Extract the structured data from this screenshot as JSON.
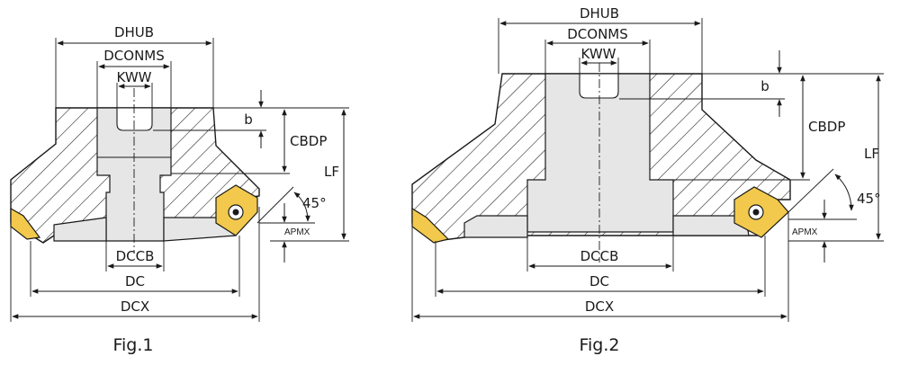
{
  "colors": {
    "stroke": "#1a1a1a",
    "bore": "#e6e6e6",
    "insert": "#f2c94c",
    "background": "#ffffff"
  },
  "fig1": {
    "caption": "Fig.1",
    "dims": {
      "dhub": "DHUB",
      "dconms": "DCONMS",
      "kww": "KWW",
      "b": "b",
      "cbdp": "CBDP",
      "lf": "LF",
      "angle": "45°",
      "apmx": "APMX",
      "dccb": "DCCB",
      "dc": "DC",
      "dcx": "DCX"
    }
  },
  "fig2": {
    "caption": "Fig.2",
    "dims": {
      "dhub": "DHUB",
      "dconms": "DCONMS",
      "kww": "KWW",
      "b": "b",
      "cbdp": "CBDP",
      "lf": "LF",
      "angle": "45°",
      "apmx": "APMX",
      "dccb": "DCCB",
      "dc": "DC",
      "dcx": "DCX"
    }
  }
}
